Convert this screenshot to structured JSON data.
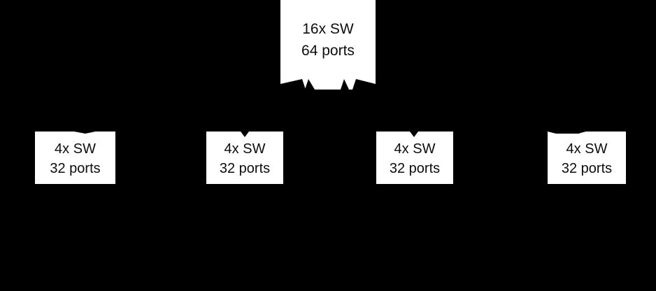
{
  "diagram": {
    "title": "two-tier switch fabric topology",
    "background_color": "#000000",
    "node_fill_color": "#ffffff",
    "node_text_color": "#0d0d0d",
    "edge_color": "#000000"
  },
  "nodes": {
    "spine": {
      "id": "spine",
      "line1": "16x SW",
      "line2": "64 ports",
      "switch_count": "16x",
      "port_count": "64 ports"
    },
    "leaves": [
      {
        "id": "leaf-1",
        "line1": "4x SW",
        "line2": "32 ports",
        "switch_count": "4x",
        "port_count": "32 ports"
      },
      {
        "id": "leaf-2",
        "line1": "4x SW",
        "line2": "32 ports",
        "switch_count": "4x",
        "port_count": "32 ports"
      },
      {
        "id": "leaf-3",
        "line1": "4x SW",
        "line2": "32 ports",
        "switch_count": "4x",
        "port_count": "32 ports"
      },
      {
        "id": "leaf-4",
        "line1": "4x SW",
        "line2": "32 ports",
        "switch_count": "4x",
        "port_count": "32 ports"
      }
    ]
  },
  "edges": [
    {
      "from": "spine",
      "to": "leaf-1"
    },
    {
      "from": "spine",
      "to": "leaf-2"
    },
    {
      "from": "spine",
      "to": "leaf-3"
    },
    {
      "from": "spine",
      "to": "leaf-4"
    }
  ]
}
